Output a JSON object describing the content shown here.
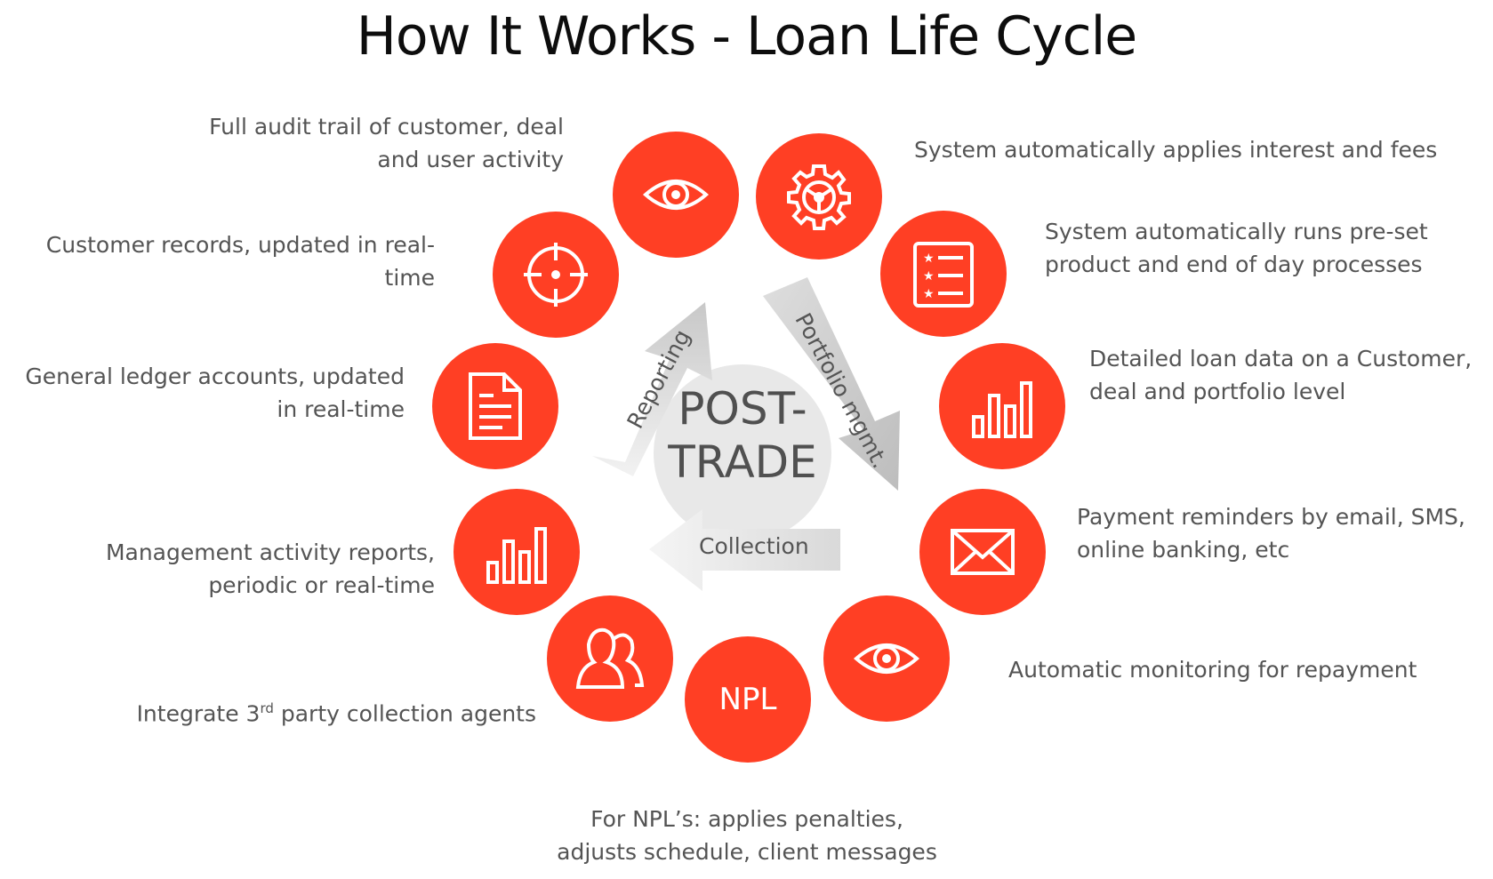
{
  "title": "How It Works - Loan Life Cycle",
  "hub": {
    "line1": "POST-",
    "line2": "TRADE"
  },
  "arrows": {
    "reporting": "Reporting",
    "portfolio": "Portfolio mgmt.",
    "collection": "Collection"
  },
  "colors": {
    "accent": "#ff3f24",
    "hub": "#e8e8e8"
  },
  "stages": {
    "audit": {
      "icon": "eye-icon",
      "text": [
        "Full audit trail of customer, deal",
        "and user activity"
      ]
    },
    "interest": {
      "icon": "gear-icon",
      "text": [
        "System automatically applies interest and fees"
      ]
    },
    "records": {
      "icon": "target-icon",
      "text": [
        "Customer records, updated in real-",
        "time"
      ]
    },
    "processes": {
      "icon": "checklist-icon",
      "text": [
        "System automatically runs pre-set",
        "product and end of day processes"
      ]
    },
    "ledger": {
      "icon": "document-icon",
      "text": [
        "General ledger accounts, updated",
        "in real-time"
      ]
    },
    "loandata": {
      "icon": "bar-chart-icon",
      "text": [
        "Detailed loan data on a Customer,",
        "deal and portfolio level"
      ]
    },
    "reports": {
      "icon": "bar-chart-icon",
      "text": [
        "Management activity reports,",
        "periodic or real-time"
      ]
    },
    "reminders": {
      "icon": "envelope-icon",
      "text": [
        "Payment reminders by email, SMS,",
        "online banking, etc"
      ]
    },
    "agents": {
      "icon": "people-icon",
      "text_pre": "Integrate 3",
      "text_sup": "rd",
      "text_post": " party collection agents"
    },
    "monitoring": {
      "icon": "eye-icon",
      "text": [
        "Automatic monitoring for repayment"
      ]
    },
    "npl": {
      "badge": "NPL",
      "text": [
        "For NPL’s: applies penalties,",
        "adjusts schedule, client messages"
      ]
    }
  }
}
